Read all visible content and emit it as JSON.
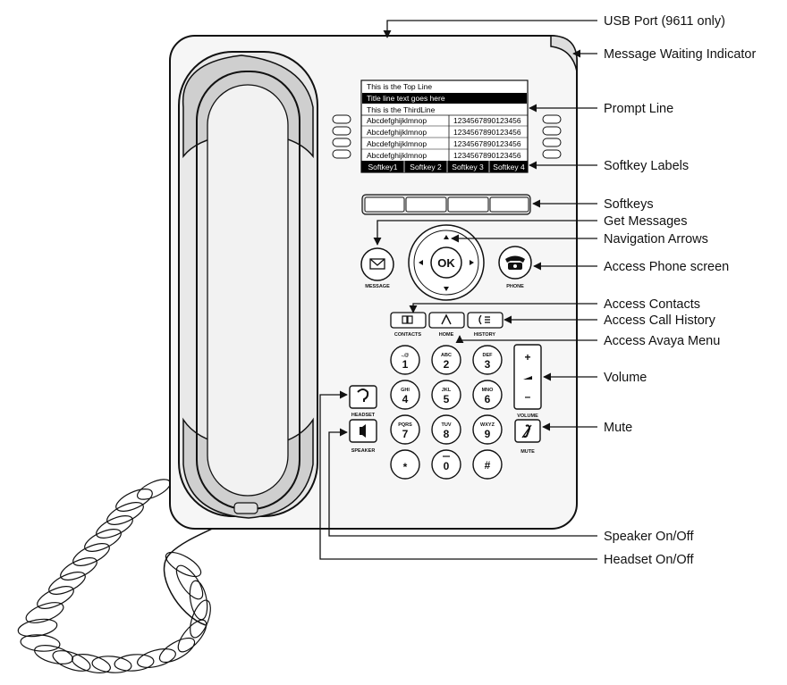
{
  "callouts": {
    "usb_port": "USB Port (9611 only)",
    "message_waiting": "Message Waiting Indicator",
    "prompt_line": "Prompt Line",
    "softkey_labels": "Softkey Labels",
    "softkeys": "Softkeys",
    "get_messages": "Get Messages",
    "navigation_arrows": "Navigation Arrows",
    "access_phone": "Access Phone screen",
    "access_contacts": "Access Contacts",
    "access_call_history": "Access Call History",
    "access_avaya_menu": "Access Avaya Menu",
    "volume": "Volume",
    "mute": "Mute",
    "speaker": "Speaker On/Off",
    "headset": "Headset On/Off"
  },
  "display": {
    "top_line": "This is the Top Line",
    "title_line": "Title line text goes here",
    "third_line": "This is the ThirdLine",
    "rows": [
      {
        "left": "Abcdefghijklmnop",
        "right": "1234567890123456"
      },
      {
        "left": "Abcdefghijklmnop",
        "right": "1234567890123456"
      },
      {
        "left": "Abcdefghijklmnop",
        "right": "1234567890123456"
      },
      {
        "left": "Abcdefghijklmnop",
        "right": "1234567890123456"
      }
    ],
    "softkey_labels": [
      "Softkey1",
      "Softkey 2",
      "Softkey 3",
      "Softkey 4"
    ]
  },
  "buttons": {
    "message": "MESSAGE",
    "phone": "PHONE",
    "ok": "OK",
    "contacts": "CONTACTS",
    "home": "HOME",
    "history": "HISTORY",
    "headset": "HEADSET",
    "speaker": "SPEAKER",
    "volume": "VOLUME",
    "mute": "MUTE",
    "volume_plus": "+",
    "volume_minus": "–"
  },
  "keypad": [
    {
      "digit": "1",
      "letters": ".,@"
    },
    {
      "digit": "2",
      "letters": "ABC"
    },
    {
      "digit": "3",
      "letters": "DEF"
    },
    {
      "digit": "4",
      "letters": "GHI"
    },
    {
      "digit": "5",
      "letters": "JKL"
    },
    {
      "digit": "6",
      "letters": "MNO"
    },
    {
      "digit": "7",
      "letters": "PQRS"
    },
    {
      "digit": "8",
      "letters": "TUV"
    },
    {
      "digit": "9",
      "letters": "WXYZ"
    },
    {
      "digit": "*",
      "letters": ""
    },
    {
      "digit": "0",
      "letters": ""
    },
    {
      "digit": "#",
      "letters": ""
    }
  ]
}
